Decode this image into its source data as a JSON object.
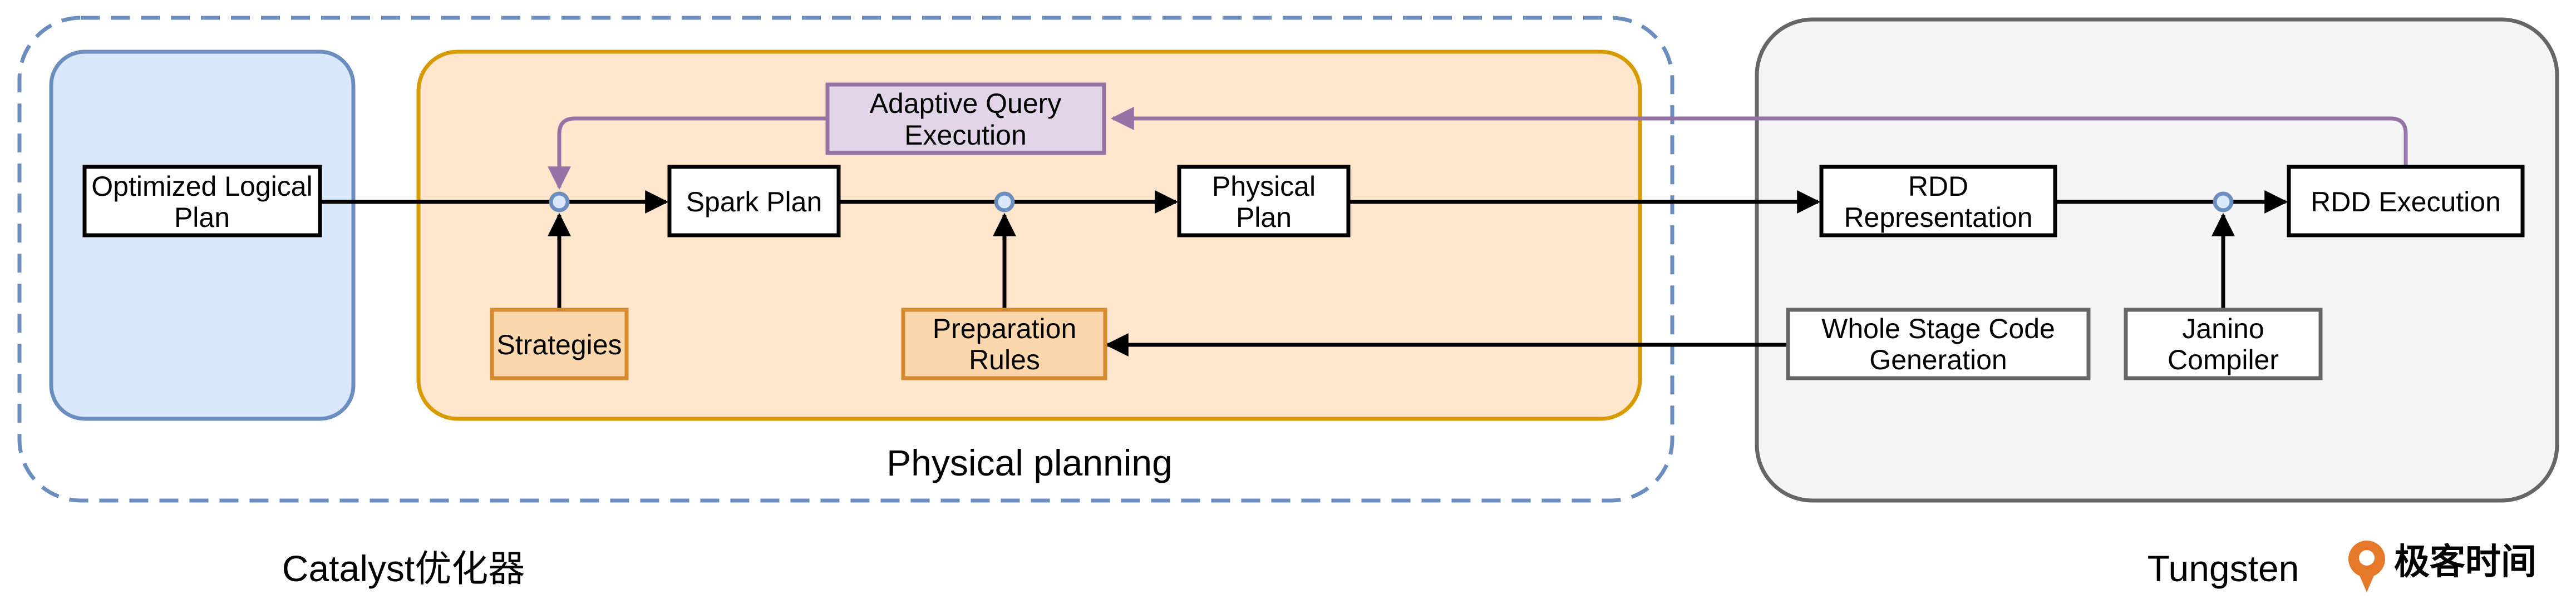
{
  "colors": {
    "catalyst_border": "#6c8ebf",
    "optimized_bg": "#dae8fc",
    "physical_bg": "#ffe6cc",
    "physical_border": "#d79b00",
    "orange_box_bg": "#fad7ac",
    "orange_box_border": "#d68a2e",
    "adaptive_bg": "#e1d5e7",
    "adaptive_border": "#9673a6",
    "tungsten_bg": "#f5f5f5",
    "tungsten_border": "#666666",
    "gray_box_border": "#666666",
    "junction_fill": "#dae8fc",
    "junction_stroke": "#6c8ebf",
    "arrow": "#000000",
    "feedback_arrow": "#9673a6",
    "logo_orange": "#e6782a"
  },
  "labels": {
    "catalyst": "Catalyst优化器",
    "physical_planning": "Physical planning",
    "tungsten": "Tungsten",
    "logo_text": "极客时间"
  },
  "nodes": {
    "optimized_logical_plan": {
      "line1": "Optimized Logical",
      "line2": "Plan"
    },
    "spark_plan": {
      "line1": "Spark Plan"
    },
    "physical_plan": {
      "line1": "Physical",
      "line2": "Plan"
    },
    "adaptive_query_execution": {
      "line1": "Adaptive Query",
      "line2": "Execution"
    },
    "strategies": {
      "line1": "Strategies"
    },
    "preparation_rules": {
      "line1": "Preparation",
      "line2": "Rules"
    },
    "rdd_representation": {
      "line1": "RDD",
      "line2": "Representation"
    },
    "rdd_execution": {
      "line1": "RDD Execution"
    },
    "whole_stage_code_generation": {
      "line1": "Whole Stage Code",
      "line2": "Generation"
    },
    "janino_compiler": {
      "line1": "Janino",
      "line2": "Compiler"
    }
  }
}
